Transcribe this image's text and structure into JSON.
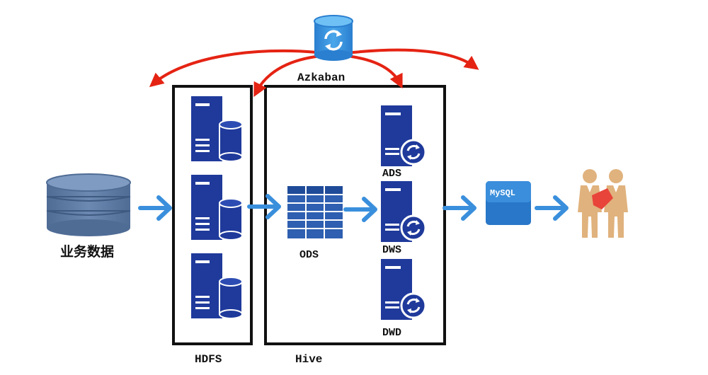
{
  "labels": {
    "business_data": "业务数据",
    "hdfs": "HDFS",
    "hive": "Hive",
    "ods": "ODS",
    "ads": "ADS",
    "dws": "DWS",
    "dwd": "DWD",
    "azkaban": "Azkaban",
    "mysql": "MySQL"
  },
  "icons": {
    "source": "database-cylinder-icon",
    "hdfs_node": "server-with-database-icon",
    "ods": "table-grid-icon",
    "hive_layer": "server-with-sync-icon",
    "scheduler": "azkaban-sync-cylinder-icon",
    "mysql": "mysql-box-icon",
    "consumers": "business-people-icon"
  },
  "colors": {
    "flow_arrow": "#3a8fdc",
    "schedule_arrow": "#e52313",
    "server_fill": "#1f3a9b",
    "server_dark": "#122478",
    "cylinder_blue": "#5d7aa3",
    "frame": "#111111",
    "azkaban_blue": "#2f8fd8",
    "people_tan": "#e0b27d",
    "people_red": "#e8443a"
  }
}
